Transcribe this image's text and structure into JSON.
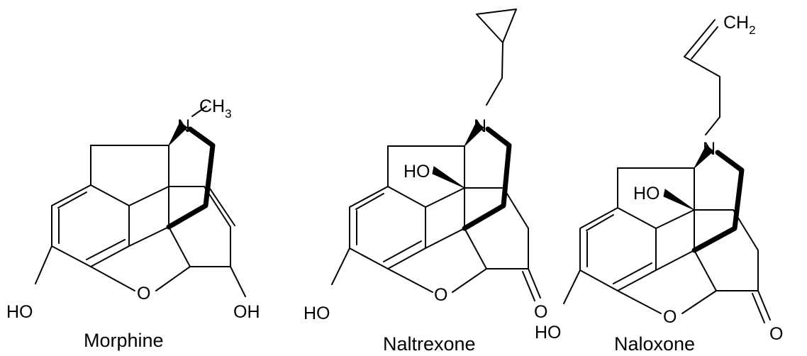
{
  "molecules": [
    {
      "name": "Morphine",
      "labels": {
        "n": "N",
        "ch3": "CH",
        "ch3_sub": "3",
        "o_ring": "O",
        "ho": "HO",
        "oh": "OH"
      }
    },
    {
      "name": "Naltrexone",
      "labels": {
        "n": "N",
        "ho_bridge": "HO",
        "o_ring": "O",
        "ho": "HO",
        "o_keto": "O"
      }
    },
    {
      "name": "Naloxone",
      "labels": {
        "ch2": "CH",
        "ch2_sub": "2",
        "n": "N",
        "ho_bridge": "HO",
        "o_ring": "O",
        "ho": "HO",
        "o_keto": "O"
      }
    }
  ]
}
